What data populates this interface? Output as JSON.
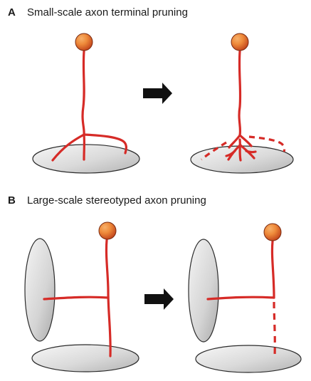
{
  "panel_a": {
    "letter": "A",
    "title": "Small-scale axon terminal pruning"
  },
  "panel_b": {
    "letter": "B",
    "title": "Large-scale stereotyped axon pruning"
  },
  "colors": {
    "axon": "#d62b27",
    "soma_light": "#f08a3a",
    "soma_dark": "#c5461c",
    "target_fill_light": "#f2f2f2",
    "target_fill_dark": "#bdbdbd",
    "arrow": "#111111"
  }
}
